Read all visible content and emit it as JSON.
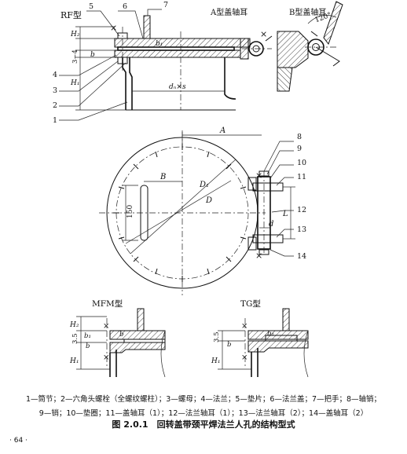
{
  "top_view": {
    "type_label": "RF型",
    "left_type": "A型盖轴耳",
    "right_type": "B型盖轴耳",
    "angle": "120°",
    "dims": {
      "h2": "H₂",
      "h1": "H₁",
      "s34": "3~4",
      "b": "b",
      "b1": "b₁",
      "dn": "dₙ×s"
    },
    "callouts": [
      "5",
      "6",
      "7",
      "4",
      "3",
      "2",
      "1"
    ]
  },
  "plan_view": {
    "dims": {
      "A": "A",
      "B": "B",
      "D1": "D₁",
      "D": "D",
      "L": "L",
      "d": "d",
      "h150": "150"
    },
    "callouts": [
      "8",
      "9",
      "10",
      "11",
      "12",
      "13",
      "14"
    ]
  },
  "mfm": {
    "type_label": "MFM型",
    "dims": {
      "h2": "H₂",
      "s35": "3.5",
      "b1": "b₁",
      "b": "b",
      "h1": "H₁"
    }
  },
  "tg": {
    "type_label": "TG型",
    "dims": {
      "s35": "3.5",
      "b": "b",
      "b1": "b₁",
      "h1": "H₁"
    }
  },
  "legend": {
    "line1": "1—筒节；2—六角头螺栓（全螺纹螺柱）；3—螺母；4—法兰；5—垫片；6—法兰盖；7—把手；8—轴销；",
    "line2": "9—销；10—垫圈；11—盖轴耳（1）；12—法兰轴耳（1）；13—法兰轴耳（2）；14—盖轴耳（2）"
  },
  "caption": "图 2.0.1　回转盖带颈平焊法兰人孔的结构型式",
  "page_number": "· 64 ·"
}
